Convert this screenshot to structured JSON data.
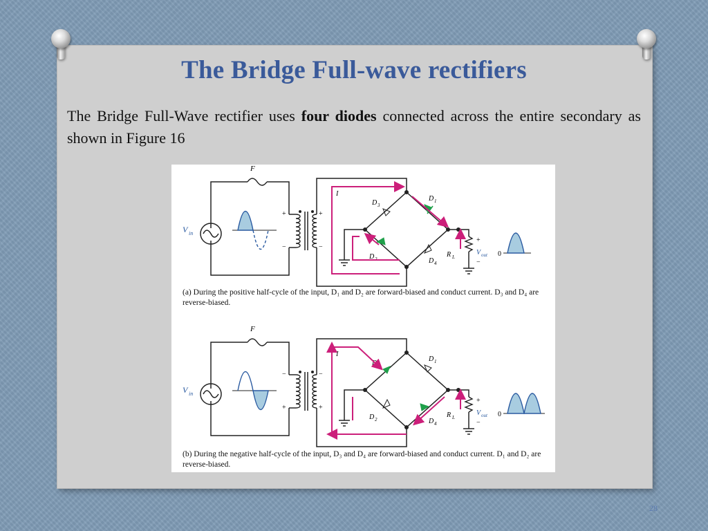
{
  "title": "The Bridge Full-wave rectifiers",
  "paragraph": {
    "before": "The Bridge Full-Wave rectifier uses ",
    "bold": "four diodes",
    "after": " connected across the entire secondary as shown in Figure 16"
  },
  "figure": {
    "labels": {
      "fuse": "F",
      "source": "V",
      "source_sub": "in",
      "current": "I",
      "d1": "D",
      "d1_sub": "1",
      "d2": "D",
      "d2_sub": "2",
      "d3": "D",
      "d3_sub": "3",
      "d4": "D",
      "d4_sub": "4",
      "load": "R",
      "load_sub": "L",
      "vout": "V",
      "vout_sub": "out",
      "zero": "0",
      "plus": "+",
      "minus": "−"
    },
    "caption_a": "(a) During the positive half-cycle of the input, D₁ and D₂ are forward-biased and conduct current. D₃ and D₄ are reverse-biased.",
    "caption_b": "(b) During the negative half-cycle of the input, D₃ and D₄ are forward-biased and conduct current. D₁ and D₂ are reverse-biased."
  },
  "colors": {
    "title": "#3a5a9a",
    "current_path": "#cc1f7a",
    "forward_diode": "#1fa04a",
    "waveform_fill": "#a8cce0",
    "wire": "#222222"
  },
  "slide_number": "28"
}
